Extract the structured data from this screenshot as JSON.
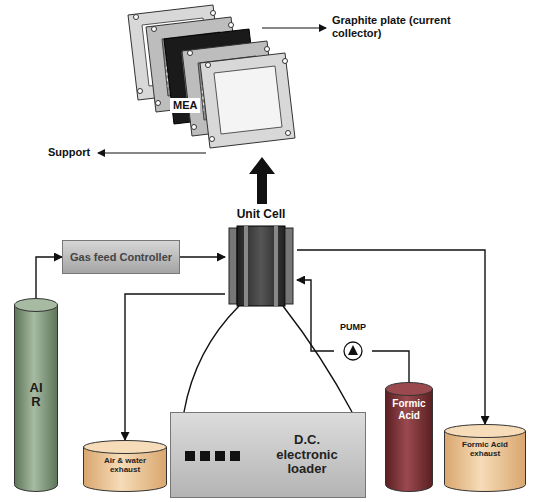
{
  "diagram": {
    "nodes": [
      {
        "text": [
          "Gas feed Controller"
        ]
      },
      {
        "text": [
          "Unit Cell"
        ]
      },
      {
        "text": [
          "AIR"
        ]
      },
      {
        "text": [
          "Air & water exhaust"
        ]
      },
      {
        "text": [
          "D.C. electronic loader"
        ]
      },
      {
        "text": [
          "PUMP"
        ]
      },
      {
        "text": [
          "Formic Acid"
        ]
      },
      {
        "text": [
          "Formic Acid exhaust"
        ]
      }
    ],
    "edges": [
      {
        "from": 2,
        "to": 0,
        "arrow": "to"
      },
      {
        "from": 0,
        "to": 1,
        "arrow": "to"
      },
      {
        "from": 1,
        "to": 3,
        "arrow": "to"
      },
      {
        "from": 6,
        "to": 5,
        "arrow": "none"
      },
      {
        "from": 5,
        "to": 1,
        "arrow": "to"
      },
      {
        "from": 1,
        "to": 7,
        "arrow": "to"
      },
      {
        "from": 1,
        "to": 4,
        "arrow": "none"
      },
      {
        "from": 1,
        "to": 4,
        "arrow": "none"
      }
    ],
    "labels": [
      "Graphite plate (current collector)",
      "MEA",
      "Support"
    ]
  }
}
